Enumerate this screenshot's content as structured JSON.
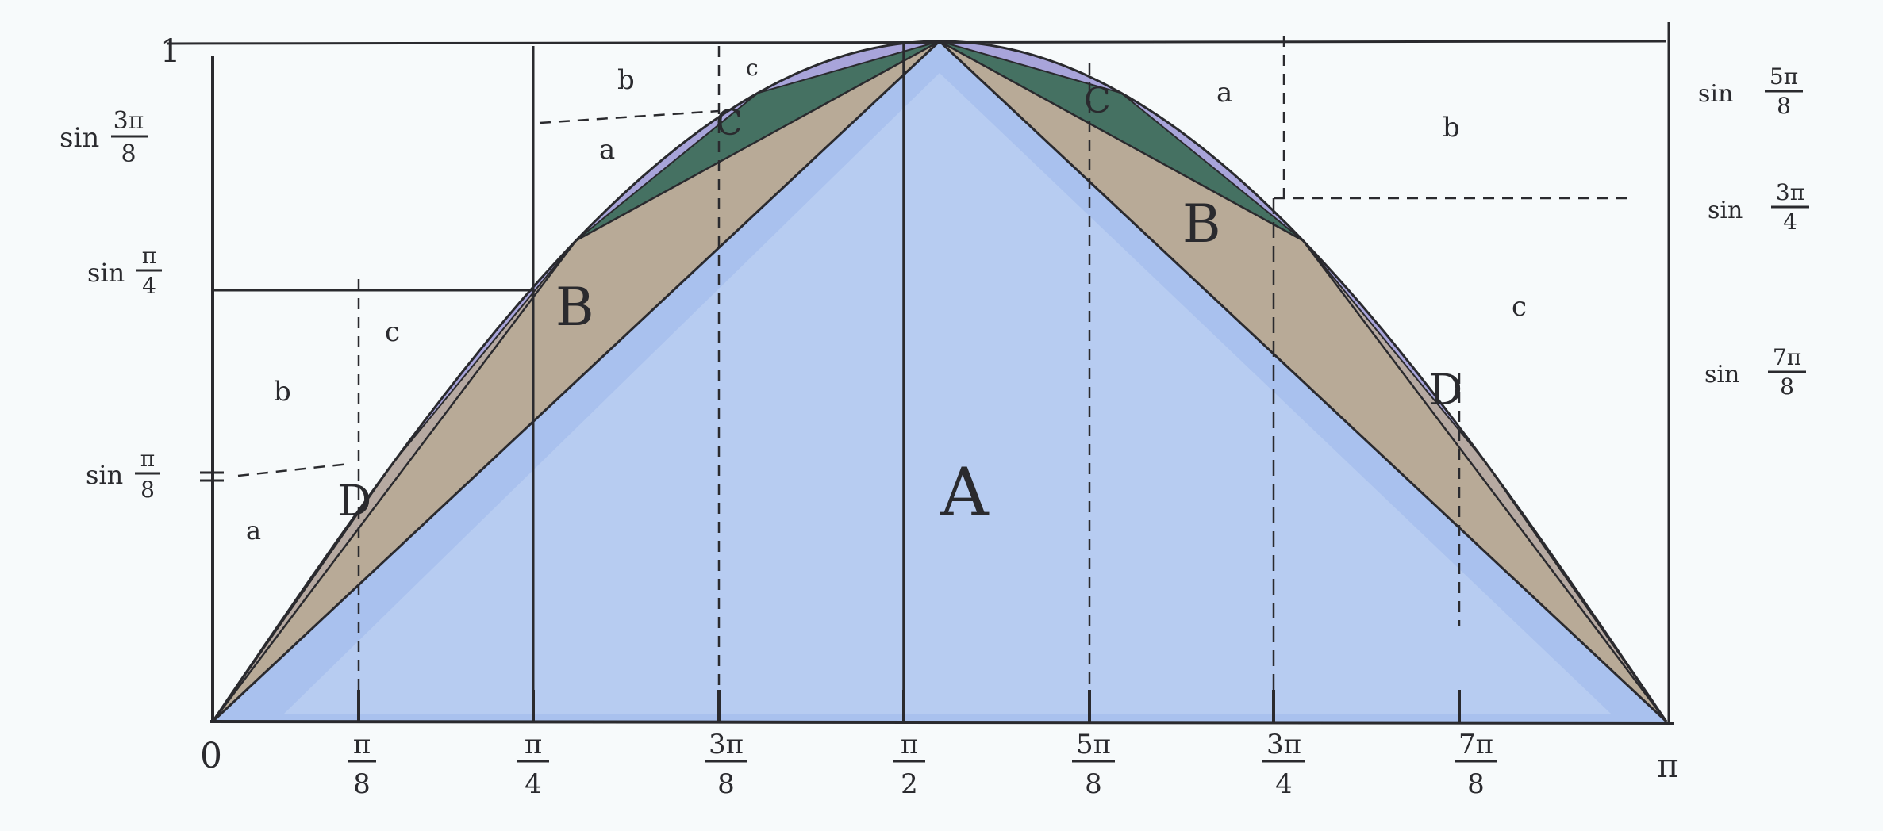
{
  "colors": {
    "paper": "#f7fafb",
    "region_A": "#a9c1ee",
    "region_A_edge": "#6f93de",
    "region_B": "#b8aa97",
    "region_C": "#3f6f5c",
    "region_D": "#9f9ad6",
    "ink": "#2a2a2e"
  },
  "axis_labels": {
    "origin": "0",
    "pi": "π",
    "pi_over_8": {
      "num": "π",
      "den": "8"
    },
    "pi_over_4": {
      "num": "π",
      "den": "4"
    },
    "three_pi_over_8": {
      "num": "3π",
      "den": "8"
    },
    "pi_over_2": {
      "num": "π",
      "den": "2"
    },
    "five_pi_over_8": {
      "num": "5π",
      "den": "8"
    },
    "three_pi_over_4": {
      "num": "3π",
      "den": "4"
    },
    "seven_pi_over_8": {
      "num": "7π",
      "den": "8"
    }
  },
  "left_labels": {
    "one": "1",
    "sin_3pi_8": {
      "fn": "sin",
      "num": "3π",
      "den": "8"
    },
    "sin_pi_4": {
      "fn": "sin",
      "num": "π",
      "den": "4"
    },
    "sin_pi_8": {
      "fn": "sin",
      "num": "π",
      "den": "8"
    }
  },
  "right_labels": {
    "sin_5pi_8": {
      "fn": "sin",
      "num": "5π",
      "den": "8"
    },
    "sin_3pi_4": {
      "fn": "sin",
      "num": "3π",
      "den": "4"
    },
    "sin_7pi_8": {
      "fn": "sin",
      "num": "7π",
      "den": "8"
    }
  },
  "region_labels": {
    "A": "A",
    "B_left": "B",
    "B_right": "B",
    "C_left": "C",
    "C_right": "C",
    "D_left": "D",
    "D_right": "D"
  },
  "cell_labels": {
    "left_a": "a",
    "left_b": "b",
    "left_c": "c",
    "top_a": "a",
    "top_b": "b",
    "top_c": "c",
    "right_a": "a",
    "right_b": "b",
    "right_c": "c"
  }
}
